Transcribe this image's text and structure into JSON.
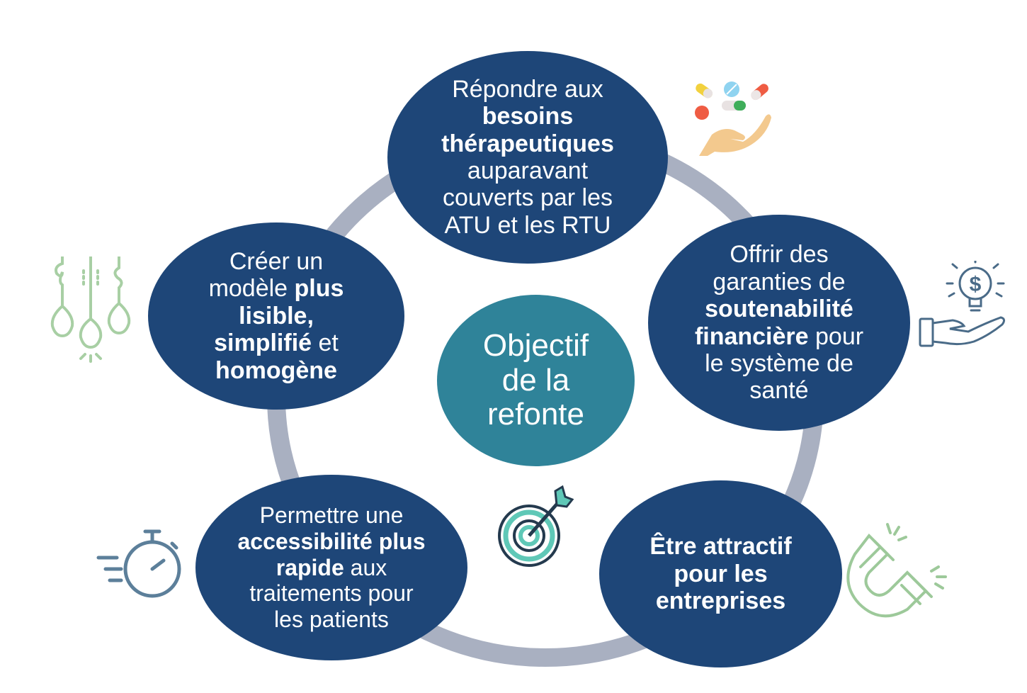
{
  "diagram": {
    "center": {
      "line1": "Objectif",
      "line2": "de la",
      "line3": "refonte"
    },
    "nodes": {
      "top": {
        "l1": "Répondre aux",
        "l2": "besoins",
        "l3": "thérapeutiques",
        "l4": "auparavant",
        "l5": "couverts par les",
        "l6": "ATU et les RTU"
      },
      "right": {
        "l1": "Offrir des",
        "l2": "garanties de",
        "l3": "soutenabilité",
        "l4a": "financière",
        "l4b": " pour",
        "l5": "le système de",
        "l6": "santé"
      },
      "bottom_right": {
        "l1": "Être attractif",
        "l2": "pour les",
        "l3": "entreprises"
      },
      "bottom_left": {
        "l1a": "Permettre",
        "l1b": " une",
        "l2": "accessibilité plus",
        "l3a": "rapide",
        "l3b": " aux",
        "l4": "traitements pour",
        "l5": "les patients"
      },
      "left": {
        "l1": "Créer un",
        "l2a": "modèle ",
        "l2b": "plus",
        "l3": "lisible,",
        "l4a": "simplifié",
        "l4b": " et",
        "l5": "homogène"
      }
    },
    "icons": [
      "pills-hand-icon",
      "dollar-bulb-hand-icon",
      "magnet-icon",
      "target-icon",
      "stopwatch-icon",
      "hanging-bulbs-icon"
    ],
    "colors": {
      "node": "#1e4678",
      "center": "#2f8399",
      "ring": "#a9b0c1"
    }
  }
}
